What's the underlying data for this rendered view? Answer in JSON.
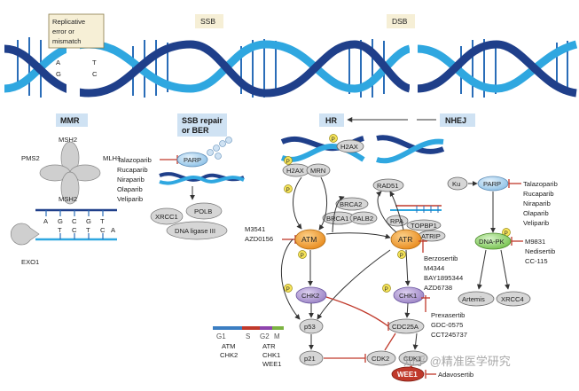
{
  "top_labels": {
    "replicative": [
      "Replicative",
      "error or",
      "mismatch"
    ],
    "ssb": "SSB",
    "dsb": "DSB"
  },
  "dna_bases": {
    "left": [
      "A",
      "G"
    ],
    "right": [
      "T",
      "C"
    ]
  },
  "sections": {
    "mmr": "MMR",
    "ssb_repair": [
      "SSB repair",
      "or BER"
    ],
    "hr": "HR",
    "nhej": "NHEJ"
  },
  "mmr": {
    "msh2_top": "MSH2",
    "pms2": "PMS2",
    "mlh1": "MLH1",
    "msh2_bottom": "MSH2",
    "strand_top": [
      "A",
      "G",
      "C",
      "G",
      "T"
    ],
    "strand_bottom": [
      "T",
      "C",
      "T",
      "C",
      "A"
    ],
    "exo1": "EXO1"
  },
  "ber": {
    "drugs": [
      "Talazoparib",
      "Rucaparib",
      "Niraparib",
      "Olaparib",
      "Veliparib"
    ],
    "parp": "PARP",
    "xrcc1": "XRCC1",
    "polb": "POLB",
    "ligase": "DNA ligase III"
  },
  "hr": {
    "h2ax_top": "H2AX",
    "h2ax": "H2AX",
    "mrn": "MRN",
    "rad51": "RAD51",
    "brca2": "BRCA2",
    "brca1": "BRCA1",
    "palb2": "PALB2",
    "rpa": "RPA",
    "topbp1": "TOPBP1",
    "atrip": "ATRIP",
    "atm": "ATM",
    "atr": "ATR",
    "chk2": "CHK2",
    "chk1": "CHK1",
    "p53": "p53",
    "cdc25a": "CDC25A",
    "p21": "p21",
    "cdk2": "CDK2",
    "cdk1": "CDK1",
    "wee1": "WEE1",
    "p": "P",
    "atm_drugs": [
      "M3541",
      "AZD0156"
    ],
    "atr_drugs": [
      "Berzosertib",
      "M4344",
      "BAY1895344",
      "AZD6738"
    ],
    "chk1_drugs": [
      "Prexasertib",
      "GDC-0575",
      "CCT245737"
    ],
    "wee1_drug": "Adavosertib"
  },
  "nhej": {
    "ku": "Ku",
    "parp": "PARP",
    "parp_drugs": [
      "Talazoparib",
      "Rucaparib",
      "Niraparib",
      "Olaparib",
      "Veliparib"
    ],
    "dnapk": "DNA-PK",
    "dnapk_drugs": [
      "M9831",
      "Nedisertib",
      "CC-115"
    ],
    "artemis": "Artemis",
    "xrcc4": "XRCC4"
  },
  "cell_cycle": {
    "phases": [
      "G1",
      "S",
      "G2",
      "M"
    ],
    "g1_kinases": [
      "ATM",
      "CHK2"
    ],
    "g2_kinases": [
      "ATR",
      "CHK1",
      "WEE1"
    ],
    "colors": [
      "#3b7ec2",
      "#c0392b",
      "#8e44ad",
      "#7cb342"
    ]
  },
  "watermark": "知乎 @精准医学研究",
  "colors": {
    "dna_dark": "#1f3f8a",
    "dna_light": "#2fa7e0",
    "atm": "#f0a030",
    "chk": "#b9a6d9",
    "parp": "#b9d9f2",
    "dnapk": "#a8de8c",
    "wee1": "#c0392b",
    "phospho": "#f5e35a"
  }
}
